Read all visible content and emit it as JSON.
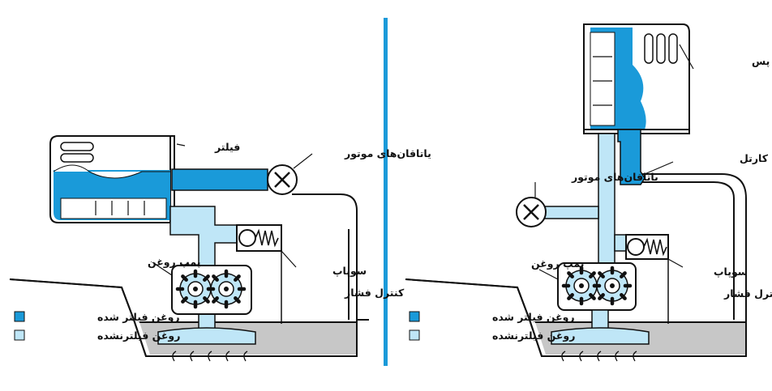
{
  "left_panel": {
    "filter_label": "فیلتر",
    "bearings_label": "یاتاقان‌های موتور",
    "pump_label": "پمپ روغن",
    "valve_label_line1": "سوپاپ",
    "valve_label_line2": "کنترل فشار",
    "legend": [
      {
        "label": "روغن فیلتر شده",
        "color": "#1a9ad9"
      },
      {
        "label": "روغن فیلترنشده",
        "color": "#bfe6f7"
      }
    ]
  },
  "right_panel": {
    "bypass_label": "مجرای بای پس",
    "crankcase_label": "به سمت کارتل",
    "bearings_label": "یاتاقان‌های موتور",
    "pump_label": "پمپ روغن",
    "valve_label_line1": "سوپاپ",
    "valve_label_line2": "کنترل فشار",
    "legend": [
      {
        "label": "روغن فیلتر شده",
        "color": "#1a9ad9"
      },
      {
        "label": "روغن فیلترنشده",
        "color": "#bfe6f7"
      }
    ]
  },
  "colors": {
    "filtered_oil": "#1a9ad9",
    "unfiltered_oil": "#bfe6f7",
    "divider": "#1a9ad9",
    "sump_oil": "#c7c7c7",
    "outline": "#111111"
  }
}
